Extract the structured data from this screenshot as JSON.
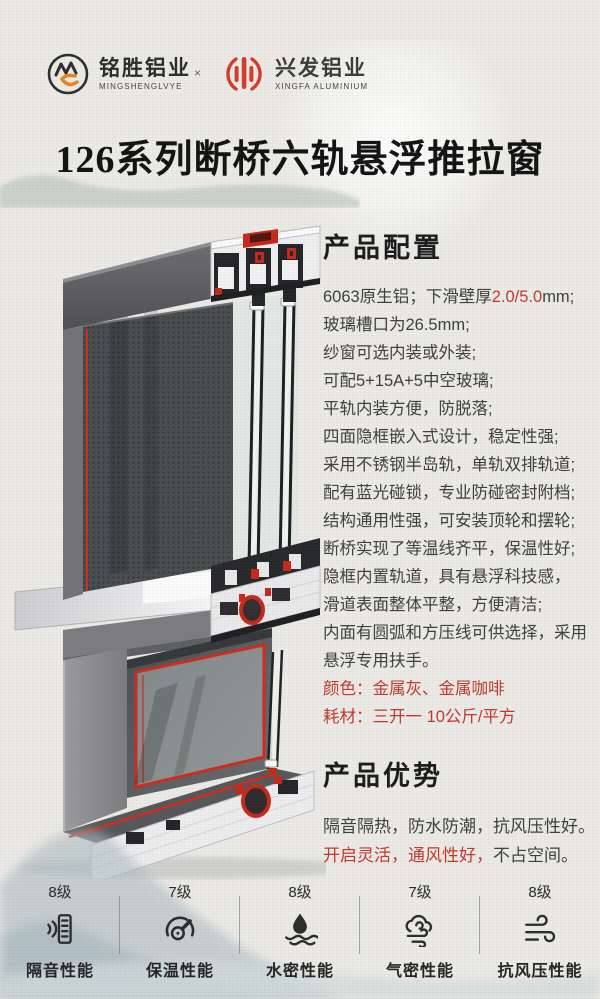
{
  "header": {
    "brand1": {
      "name": "铭胜铝业",
      "subtitle": "MINGSHENGLVYE",
      "icon": "mingsheng-logo-icon"
    },
    "cross": "×",
    "brand2": {
      "name": "兴发铝业",
      "subtitle": "XINGFA ALUMINIUM",
      "icon": "xingfa-logo-icon"
    },
    "title": "126系列断桥六轨悬浮推拉窗"
  },
  "product_config": {
    "heading": "产品配置",
    "lines": [
      {
        "segments": [
          {
            "text": "6063原生铝；下滑壁厚",
            "red": false
          },
          {
            "text": "2.0/5.0",
            "red": true
          },
          {
            "text": "mm;",
            "red": false
          }
        ]
      },
      {
        "segments": [
          {
            "text": "玻璃槽口为26.5mm;",
            "red": false
          }
        ]
      },
      {
        "segments": [
          {
            "text": "纱窗可选内装或外装;",
            "red": false
          }
        ]
      },
      {
        "segments": [
          {
            "text": "可配5+15A+5中空玻璃;",
            "red": false
          }
        ]
      },
      {
        "segments": [
          {
            "text": "平轨内装方便，防脱落;",
            "red": false
          }
        ]
      },
      {
        "segments": [
          {
            "text": "四面隐框嵌入式设计，稳定性强;",
            "red": false
          }
        ]
      },
      {
        "segments": [
          {
            "text": "采用不锈钢半岛轨，单轨双排轨道;",
            "red": false
          }
        ]
      },
      {
        "segments": [
          {
            "text": "配有蓝光碰锁，专业防碰密封附档;",
            "red": false
          }
        ]
      },
      {
        "segments": [
          {
            "text": "结构通用性强，可安装顶轮和摆轮;",
            "red": false
          }
        ]
      },
      {
        "segments": [
          {
            "text": "断桥实现了等温线齐平，保温性好;",
            "red": false
          }
        ]
      },
      {
        "segments": [
          {
            "text": "隐框内置轨道，具有悬浮科技感，",
            "red": false
          }
        ]
      },
      {
        "segments": [
          {
            "text": "滑道表面整体平整，方便清洁;",
            "red": false
          }
        ]
      },
      {
        "segments": [
          {
            "text": "内面有圆弧和方压线可供选择，采用悬浮专用扶手。",
            "red": false
          }
        ]
      },
      {
        "segments": [
          {
            "text": "颜色：金属灰、金属咖啡",
            "red": true
          }
        ]
      },
      {
        "segments": [
          {
            "text": "耗材：三开一 10公斤/平方",
            "red": true
          }
        ]
      }
    ]
  },
  "product_advantages": {
    "heading": "产品优势",
    "lines": [
      {
        "segments": [
          {
            "text": "隔音隔热，防水防潮，抗风压性好。",
            "red": false
          }
        ]
      },
      {
        "segments": [
          {
            "text": "开启灵活，通风性好，",
            "red": true
          },
          {
            "text": "不占空间。",
            "red": false
          }
        ]
      }
    ]
  },
  "ratings": [
    {
      "level": "8级",
      "label": "隔音性能",
      "icon": "sound-insulation-icon"
    },
    {
      "level": "7级",
      "label": "保温性能",
      "icon": "thermal-insulation-icon"
    },
    {
      "level": "8级",
      "label": "水密性能",
      "icon": "water-tightness-icon"
    },
    {
      "level": "7级",
      "label": "气密性能",
      "icon": "air-tightness-icon"
    },
    {
      "level": "8级",
      "label": "抗风压性能",
      "icon": "wind-pressure-icon"
    }
  ],
  "colors": {
    "accent_red": "#c03a2c",
    "logo_red": "#d43b2c",
    "logo_orange": "#e9831f",
    "heading_text": "#1b1b1b",
    "body_text": "#3e3e3e",
    "background": "#ebeae6",
    "render_red": "#c8281c"
  }
}
